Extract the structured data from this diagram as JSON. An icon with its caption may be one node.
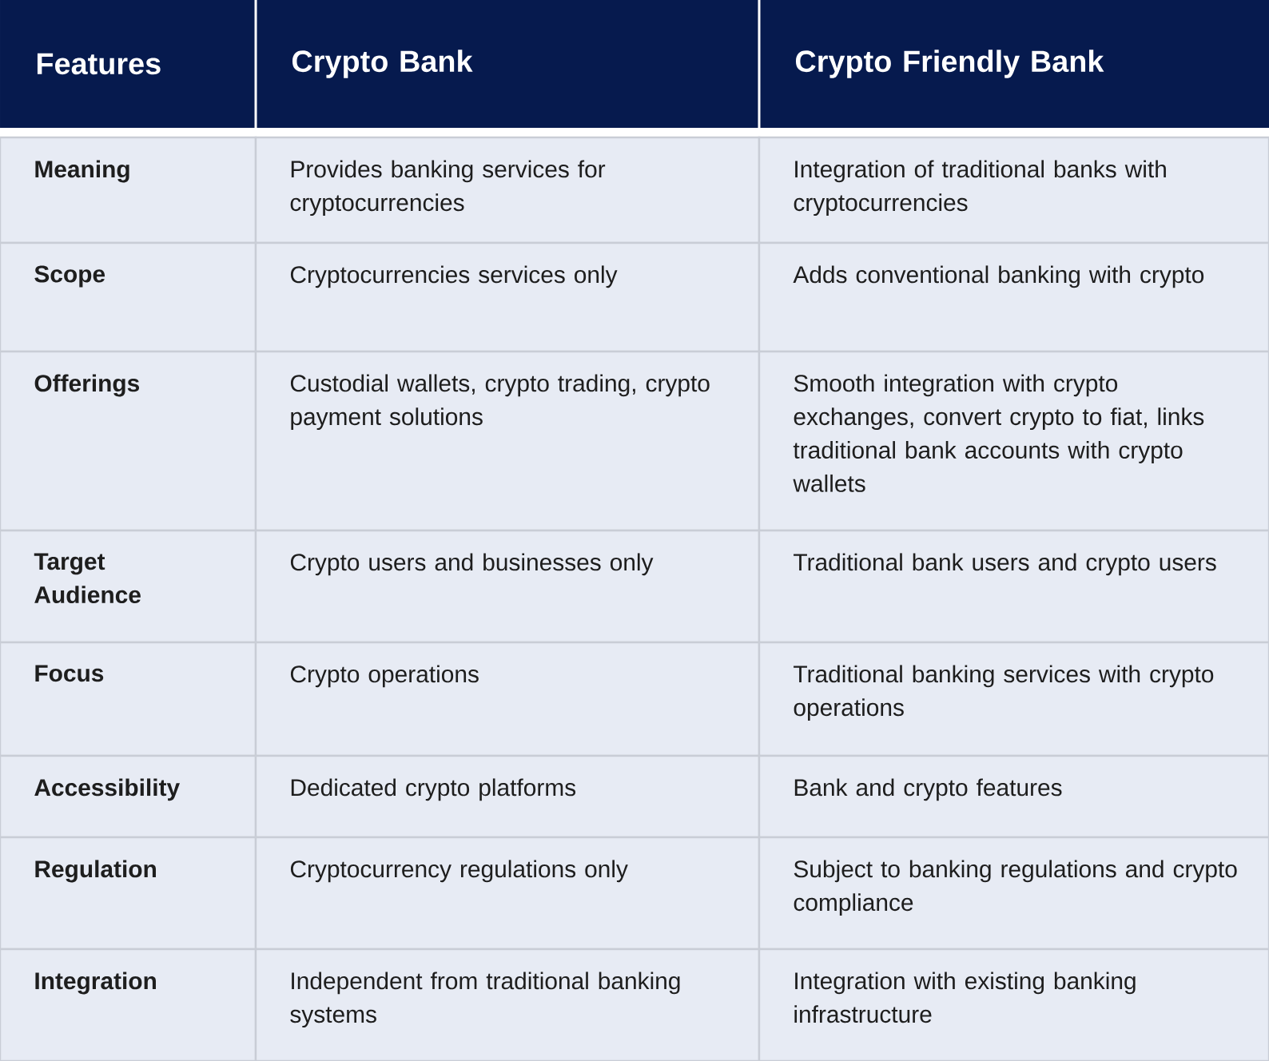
{
  "diagram": {
    "labels": [
      "Features",
      "Crypto Bank",
      "Crypto Friendly Bank",
      "Meaning",
      "Provides banking services for cryptocurrencies",
      "Integration of traditional banks with cryptocurrencies",
      "Scope",
      "Cryptocurrencies services only",
      "Adds conventional banking with crypto",
      "Offerings",
      "Custodial wallets, crypto trading, crypto payment solutions",
      "Smooth integration with crypto exchanges, convert crypto to fiat, links traditional bank accounts with crypto wallets",
      "Target Audience",
      "Crypto users and businesses only",
      "Traditional bank users and crypto users",
      "Focus",
      "Crypto operations",
      "Traditional banking services with crypto operations",
      "Accessibility",
      "Dedicated crypto platforms",
      "Bank and crypto features",
      "Regulation",
      "Cryptocurrency regulations only",
      "Subject to banking regulations and crypto compliance",
      "Integration",
      "Independent from traditional banking systems",
      "Integration with existing banking infrastructure"
    ]
  }
}
